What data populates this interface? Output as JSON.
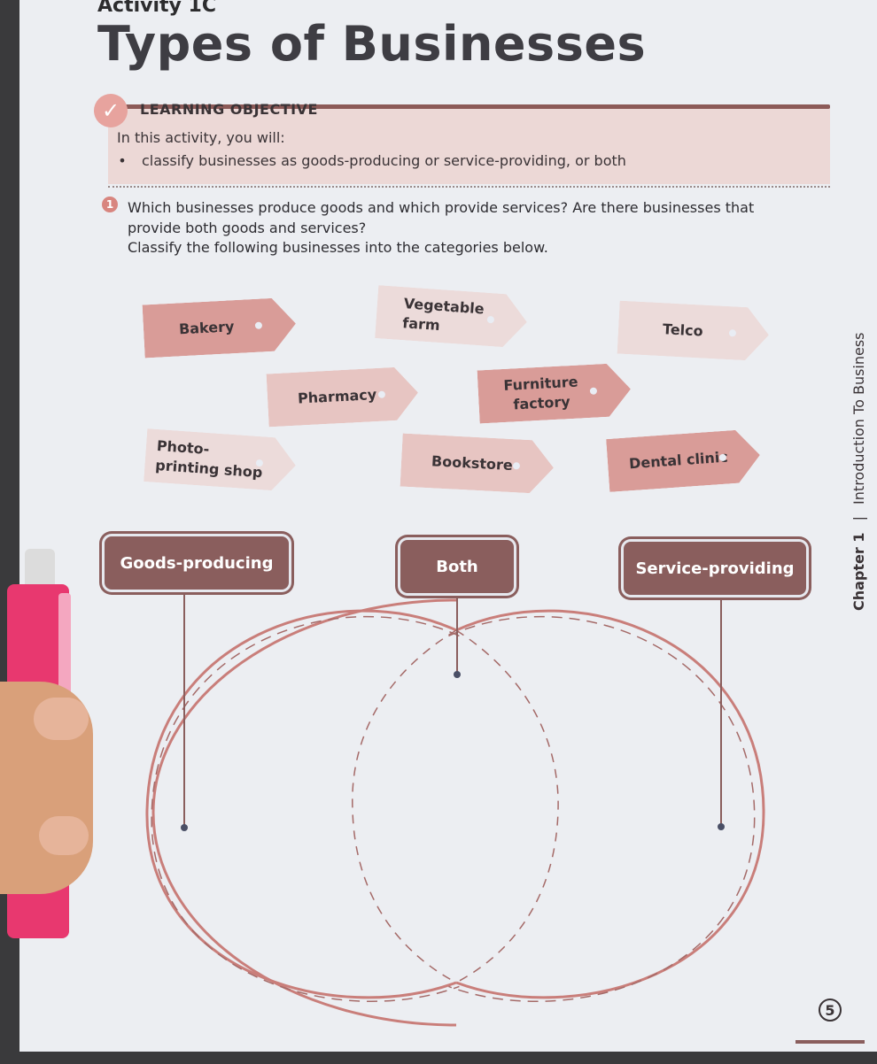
{
  "header": {
    "activity": "Activity 1C",
    "title": "Types of Businesses"
  },
  "objective": {
    "label": "LEARNING OBJECTIVE",
    "intro": "In this activity, you will:",
    "bullet": "classify businesses as goods-producing or service-providing, or both",
    "check_icon": "check-icon"
  },
  "question": {
    "number": "1",
    "text": "Which businesses produce goods and which provide services? Are there businesses that provide both goods and services?",
    "instruction": "Classify the following businesses into the categories below."
  },
  "tags": [
    {
      "label": "Vegetable farm"
    },
    {
      "label": "Bakery"
    },
    {
      "label": "Telco"
    },
    {
      "label": "Pharmacy"
    },
    {
      "label": "Furniture factory"
    },
    {
      "label": "Photo-printing shop"
    },
    {
      "label": "Bookstore"
    },
    {
      "label": "Dental clinic"
    }
  ],
  "categories": {
    "goods": "Goods-producing",
    "both": "Both",
    "services": "Service-providing"
  },
  "sidebar": {
    "chapter": "Chapter 1",
    "separator": "|",
    "topic": "Introduction To Business"
  },
  "page_number": "5",
  "colors": {
    "accent_dark": "#8a5e5d",
    "tag_dark": "#d99c98",
    "tag_mid": "#e7c5c2",
    "tag_light": "#ecdbda",
    "circle": "#c97e7a"
  }
}
